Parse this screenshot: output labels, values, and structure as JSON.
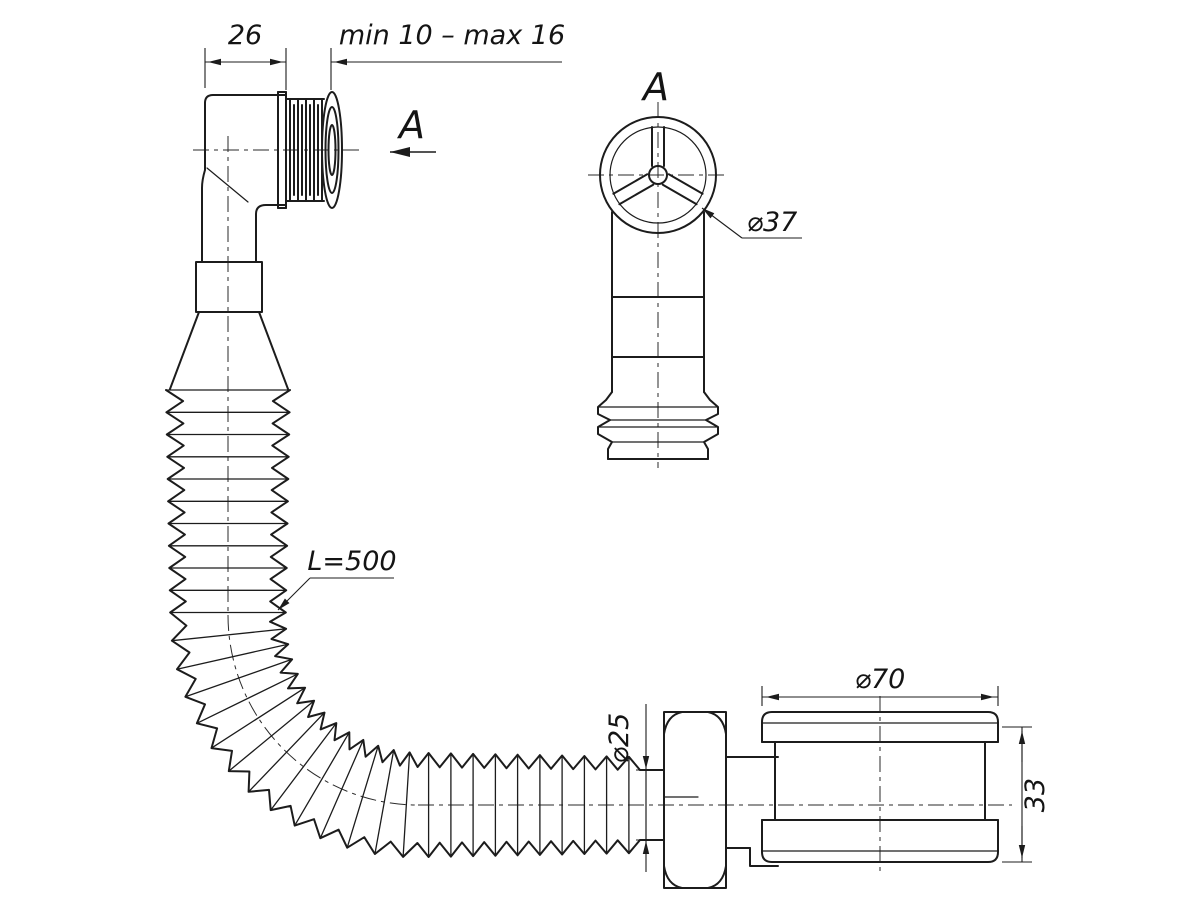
{
  "drawing": {
    "colors": {
      "line": "#1c1c1c",
      "background": "#ffffff"
    },
    "dimensions": {
      "top_width": "26",
      "thread_range": "min 10 – max 16",
      "rosette_diameter": "⌀37",
      "hose_length": "L=500",
      "outlet_diameter": "⌀25",
      "flange_diameter": "⌀70",
      "flange_height": "33"
    },
    "labels": {
      "section_arrow": "A",
      "view_title": "A"
    }
  }
}
